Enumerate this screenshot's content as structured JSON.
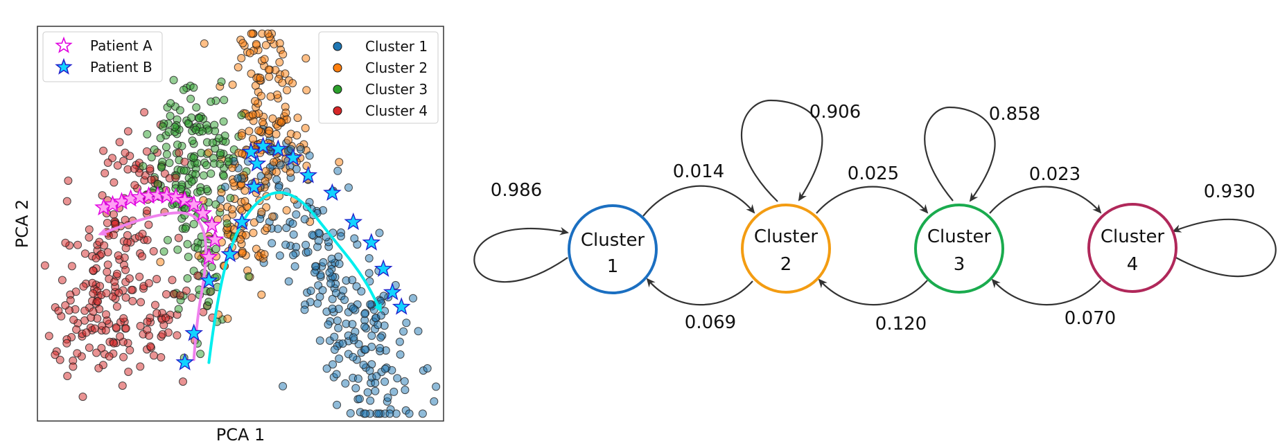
{
  "chart_data": [
    {
      "type": "scatter",
      "xlabel": "PCA 1",
      "ylabel": "PCA 2",
      "xlim": [
        -6.5,
        7
      ],
      "ylim": [
        -6,
        7.5
      ],
      "grid": false,
      "legend_trajectories": {
        "placement": "top-left",
        "entries": [
          "Patient A",
          "Patient B"
        ]
      },
      "legend_clusters": {
        "placement": "top-right",
        "entries": [
          "Cluster 1",
          "Cluster 2",
          "Cluster 3",
          "Cluster 4"
        ]
      },
      "series": [
        {
          "name": "Cluster 1",
          "color": "#1f77b4",
          "centers": [
            [
              4.2,
              -3.5
            ],
            [
              3.1,
              -1.2
            ],
            [
              2.2,
              0.6
            ],
            [
              1.5,
              2.5
            ],
            [
              5.0,
              -5.0
            ],
            [
              4.0,
              -2.0
            ]
          ],
          "spread": [
            0.75,
            0.85
          ],
          "count": 260
        },
        {
          "name": "Cluster 2",
          "color": "#ff7f0e",
          "centers": [
            [
              0.8,
              4.5
            ],
            [
              0.4,
              2.0
            ],
            [
              0.9,
              6.0
            ],
            [
              0.2,
              0.2
            ],
            [
              1.4,
              3.2
            ]
          ],
          "spread": [
            0.65,
            0.9
          ],
          "count": 230
        },
        {
          "name": "Cluster 3",
          "color": "#2ca02c",
          "centers": [
            [
              -1.3,
              4.2
            ],
            [
              -1.5,
              1.5
            ],
            [
              -0.7,
              2.8
            ],
            [
              -1.0,
              -0.8
            ],
            [
              -2.0,
              3.0
            ]
          ],
          "spread": [
            0.55,
            0.9
          ],
          "count": 210
        },
        {
          "name": "Cluster 4",
          "color": "#d62728",
          "centers": [
            [
              -3.8,
              0.0
            ],
            [
              -4.8,
              -3.2
            ],
            [
              -3.0,
              2.2
            ],
            [
              -2.5,
              -2.5
            ],
            [
              -4.3,
              -1.5
            ]
          ],
          "spread": [
            0.8,
            0.9
          ],
          "count": 260
        }
      ],
      "trajectories": [
        {
          "name": "Patient A",
          "face": "#ff9ff3",
          "edge": "#e000e0",
          "arrow_color": "#f082ee",
          "points": [
            [
              -4.3,
              1.3
            ],
            [
              -4.0,
              1.4
            ],
            [
              -3.7,
              1.5
            ],
            [
              -3.4,
              1.6
            ],
            [
              -3.1,
              1.65
            ],
            [
              -2.8,
              1.7
            ],
            [
              -2.5,
              1.72
            ],
            [
              -2.2,
              1.7
            ],
            [
              -1.9,
              1.65
            ],
            [
              -1.6,
              1.55
            ],
            [
              -1.3,
              1.4
            ],
            [
              -1.0,
              1.1
            ],
            [
              -0.7,
              0.7
            ],
            [
              -0.6,
              0.2
            ],
            [
              -0.8,
              -0.4
            ]
          ],
          "arrow": [
            [
              -1.3,
              -3.9
            ],
            [
              -1.2,
              -2.5
            ],
            [
              -0.9,
              -0.8
            ],
            [
              -0.9,
              0.5
            ],
            [
              -1.4,
              1.2
            ],
            [
              -2.8,
              1.0
            ],
            [
              -4.4,
              0.4
            ]
          ]
        },
        {
          "name": "Patient B",
          "face": "#12d3ff",
          "edge": "#2222cc",
          "arrow_color": "#00eeee",
          "points": [
            [
              -1.6,
              -4.0
            ],
            [
              -1.3,
              -3.0
            ],
            [
              -0.8,
              -1.2
            ],
            [
              -0.1,
              -0.3
            ],
            [
              0.3,
              0.8
            ],
            [
              0.7,
              2.0
            ],
            [
              0.8,
              2.8
            ],
            [
              0.6,
              3.2
            ],
            [
              1.0,
              3.4
            ],
            [
              1.5,
              3.3
            ],
            [
              2.0,
              3.0
            ],
            [
              2.5,
              2.4
            ],
            [
              3.3,
              1.8
            ],
            [
              4.0,
              0.8
            ],
            [
              4.6,
              0.1
            ],
            [
              5.0,
              -0.8
            ],
            [
              5.3,
              -1.6
            ],
            [
              5.6,
              -2.1
            ]
          ],
          "arrow": [
            [
              -0.8,
              -4.0
            ],
            [
              -0.5,
              -1.5
            ],
            [
              0.2,
              0.8
            ],
            [
              1.2,
              1.9
            ],
            [
              2.2,
              1.7
            ],
            [
              3.2,
              0.4
            ],
            [
              4.3,
              -1.0
            ],
            [
              4.9,
              -2.2
            ]
          ]
        }
      ]
    },
    {
      "type": "diagram",
      "nodes": [
        {
          "id": "c1",
          "label_top": "Cluster",
          "label_bottom": "1",
          "color": "#1b6fc1"
        },
        {
          "id": "c2",
          "label_top": "Cluster",
          "label_bottom": "2",
          "color": "#f39c12"
        },
        {
          "id": "c3",
          "label_top": "Cluster",
          "label_bottom": "3",
          "color": "#1aab4e"
        },
        {
          "id": "c4",
          "label_top": "Cluster",
          "label_bottom": "4",
          "color": "#b0285a"
        }
      ],
      "self_loops": [
        {
          "node": "c1",
          "value": "0.986"
        },
        {
          "node": "c2",
          "value": "0.906"
        },
        {
          "node": "c3",
          "value": "0.858"
        },
        {
          "node": "c4",
          "value": "0.930"
        }
      ],
      "edges": [
        {
          "from": "c1",
          "to": "c2",
          "value": "0.014"
        },
        {
          "from": "c2",
          "to": "c1",
          "value": "0.069"
        },
        {
          "from": "c2",
          "to": "c3",
          "value": "0.025"
        },
        {
          "from": "c3",
          "to": "c2",
          "value": "0.120"
        },
        {
          "from": "c3",
          "to": "c4",
          "value": "0.023"
        },
        {
          "from": "c4",
          "to": "c3",
          "value": "0.070"
        }
      ]
    }
  ]
}
